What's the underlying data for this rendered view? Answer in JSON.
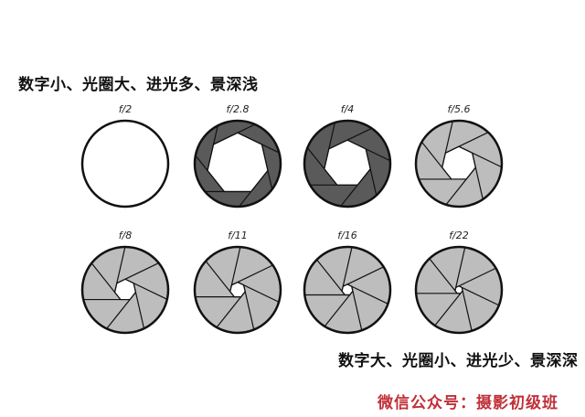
{
  "headings": {
    "top": "数字小、光圈大、进光多、景深浅",
    "bottom": "数字大、光圈小、进光少、景深深"
  },
  "credit": "微信公众号：摄影初级班",
  "colors": {
    "dark_blade": "#5a5a5a",
    "light_blade": "#bdbdbd",
    "outline": "#111111",
    "credit": "#c0303a"
  },
  "apertures": [
    {
      "label": "f/2",
      "opening": 1.0,
      "shade": "none"
    },
    {
      "label": "f/2.8",
      "opening": 0.72,
      "shade": "dark"
    },
    {
      "label": "f/4",
      "opening": 0.55,
      "shade": "dark"
    },
    {
      "label": "f/5.6",
      "opening": 0.4,
      "shade": "light"
    },
    {
      "label": "f/8",
      "opening": 0.25,
      "shade": "light"
    },
    {
      "label": "f/11",
      "opening": 0.18,
      "shade": "light"
    },
    {
      "label": "f/16",
      "opening": 0.13,
      "shade": "light"
    },
    {
      "label": "f/22",
      "opening": 0.09,
      "shade": "light"
    }
  ]
}
